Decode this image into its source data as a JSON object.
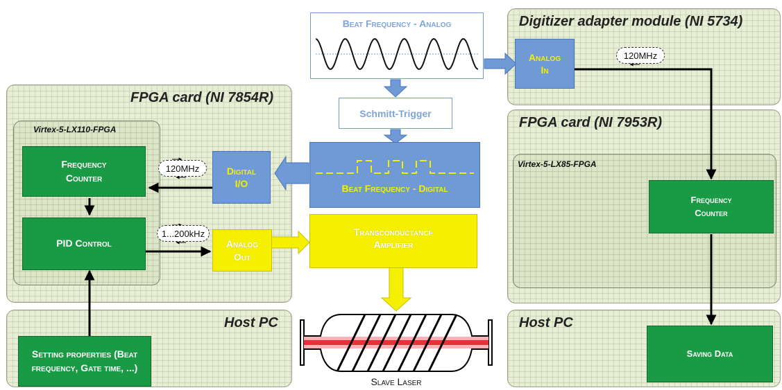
{
  "panels": {
    "fpga_left": {
      "title": "FPGA card (NI 7854R)",
      "chip": "Virtex-5-LX110-FPGA"
    },
    "host_left": {
      "title": "Host PC"
    },
    "digitizer": {
      "title": "Digitizer adapter module (NI 5734)"
    },
    "fpga_right": {
      "title": "FPGA card (NI 7953R)",
      "chip": "Virtex-5-LX85-FPGA"
    },
    "host_right": {
      "title": "Host PC"
    }
  },
  "blocks": {
    "freq_counter_left": "Frequency Counter",
    "pid_control": "PID Control",
    "setting_properties": "Setting properties (Beat frequency, Gate time, ...)",
    "digital_io": "Digital I/O",
    "analog_out": "Analog Out",
    "transconductance": "Transconductance Amplifier",
    "beat_analog": "Beat Frequency - Analog",
    "schmitt": "Schmitt-Trigger",
    "beat_digital": "Beat Frequency - Digital",
    "analog_in": "Analog In",
    "freq_counter_right": "Frequency Counter",
    "saving_data": "Saving Data"
  },
  "clocks": {
    "left_top": "120MHz",
    "left_bottom": "1...200kHz",
    "right": "120MHz"
  },
  "laser_label": "Slave Laser",
  "colors": {
    "green": "#1a9a44",
    "yellow": "#f5f000",
    "blue": "#6f9ad6",
    "panel": "#e8eed6",
    "laser_beam": "#e8303a"
  }
}
